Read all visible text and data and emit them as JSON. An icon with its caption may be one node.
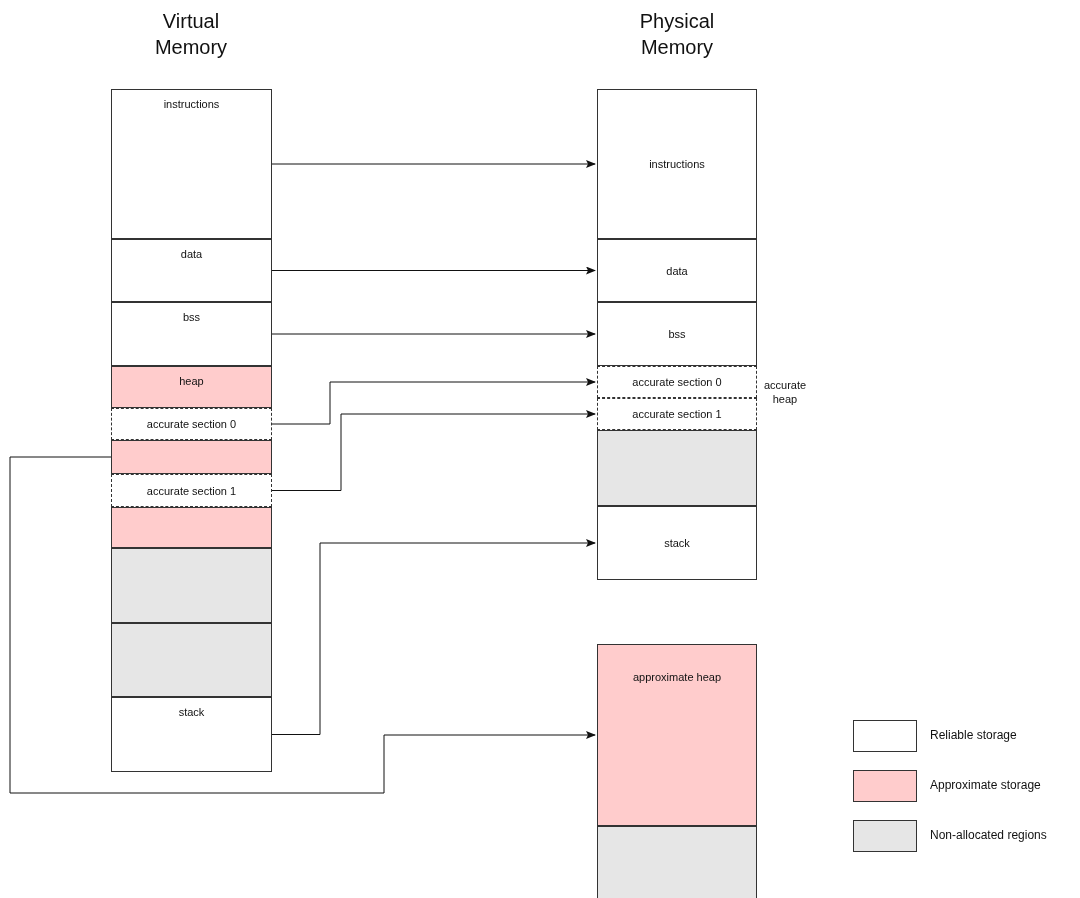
{
  "diagram": {
    "nodes": [
      {
        "text": [
          "instructions"
        ]
      },
      {
        "text": [
          "data"
        ]
      },
      {
        "text": [
          "bss"
        ]
      },
      {
        "text": [
          "heap"
        ]
      },
      {
        "text": [
          "accurate section 0"
        ]
      },
      {
        "text": [],
        "shape": "box"
      },
      {
        "text": [
          "accurate section 1"
        ]
      },
      {
        "text": [],
        "shape": "box"
      },
      {
        "text": [],
        "shape": "box"
      },
      {
        "text": [],
        "shape": "box"
      },
      {
        "text": [
          "stack"
        ]
      },
      {
        "text": [
          "instructions"
        ]
      },
      {
        "text": [
          "data"
        ]
      },
      {
        "text": [
          "bss"
        ]
      },
      {
        "text": [
          "accurate section 0"
        ]
      },
      {
        "text": [
          "accurate section 1"
        ]
      },
      {
        "text": [],
        "shape": "box"
      },
      {
        "text": [
          "stack"
        ]
      },
      {
        "text": [
          "approximate heap"
        ]
      },
      {
        "text": [],
        "shape": "box"
      }
    ],
    "edges": [
      {
        "from": 0,
        "to": 11,
        "arrow": "to"
      },
      {
        "from": 1,
        "to": 12,
        "arrow": "to"
      },
      {
        "from": 2,
        "to": 13,
        "arrow": "to"
      },
      {
        "from": 4,
        "to": 14,
        "arrow": "to"
      },
      {
        "from": 6,
        "to": 15,
        "arrow": "to"
      },
      {
        "from": 10,
        "to": 17,
        "arrow": "to"
      },
      {
        "from": 5,
        "to": 18,
        "arrow": "to"
      }
    ],
    "labels": [
      "Virtual Memory",
      "Physical Memory",
      "accurate heap"
    ],
    "legend": [
      {
        "text": "Reliable storage",
        "color": "#ffffff"
      },
      {
        "text": "Approximate storage",
        "color": "#ffcccc"
      },
      {
        "text": "Non-allocated regions",
        "color": "#e6e6e6"
      }
    ]
  }
}
